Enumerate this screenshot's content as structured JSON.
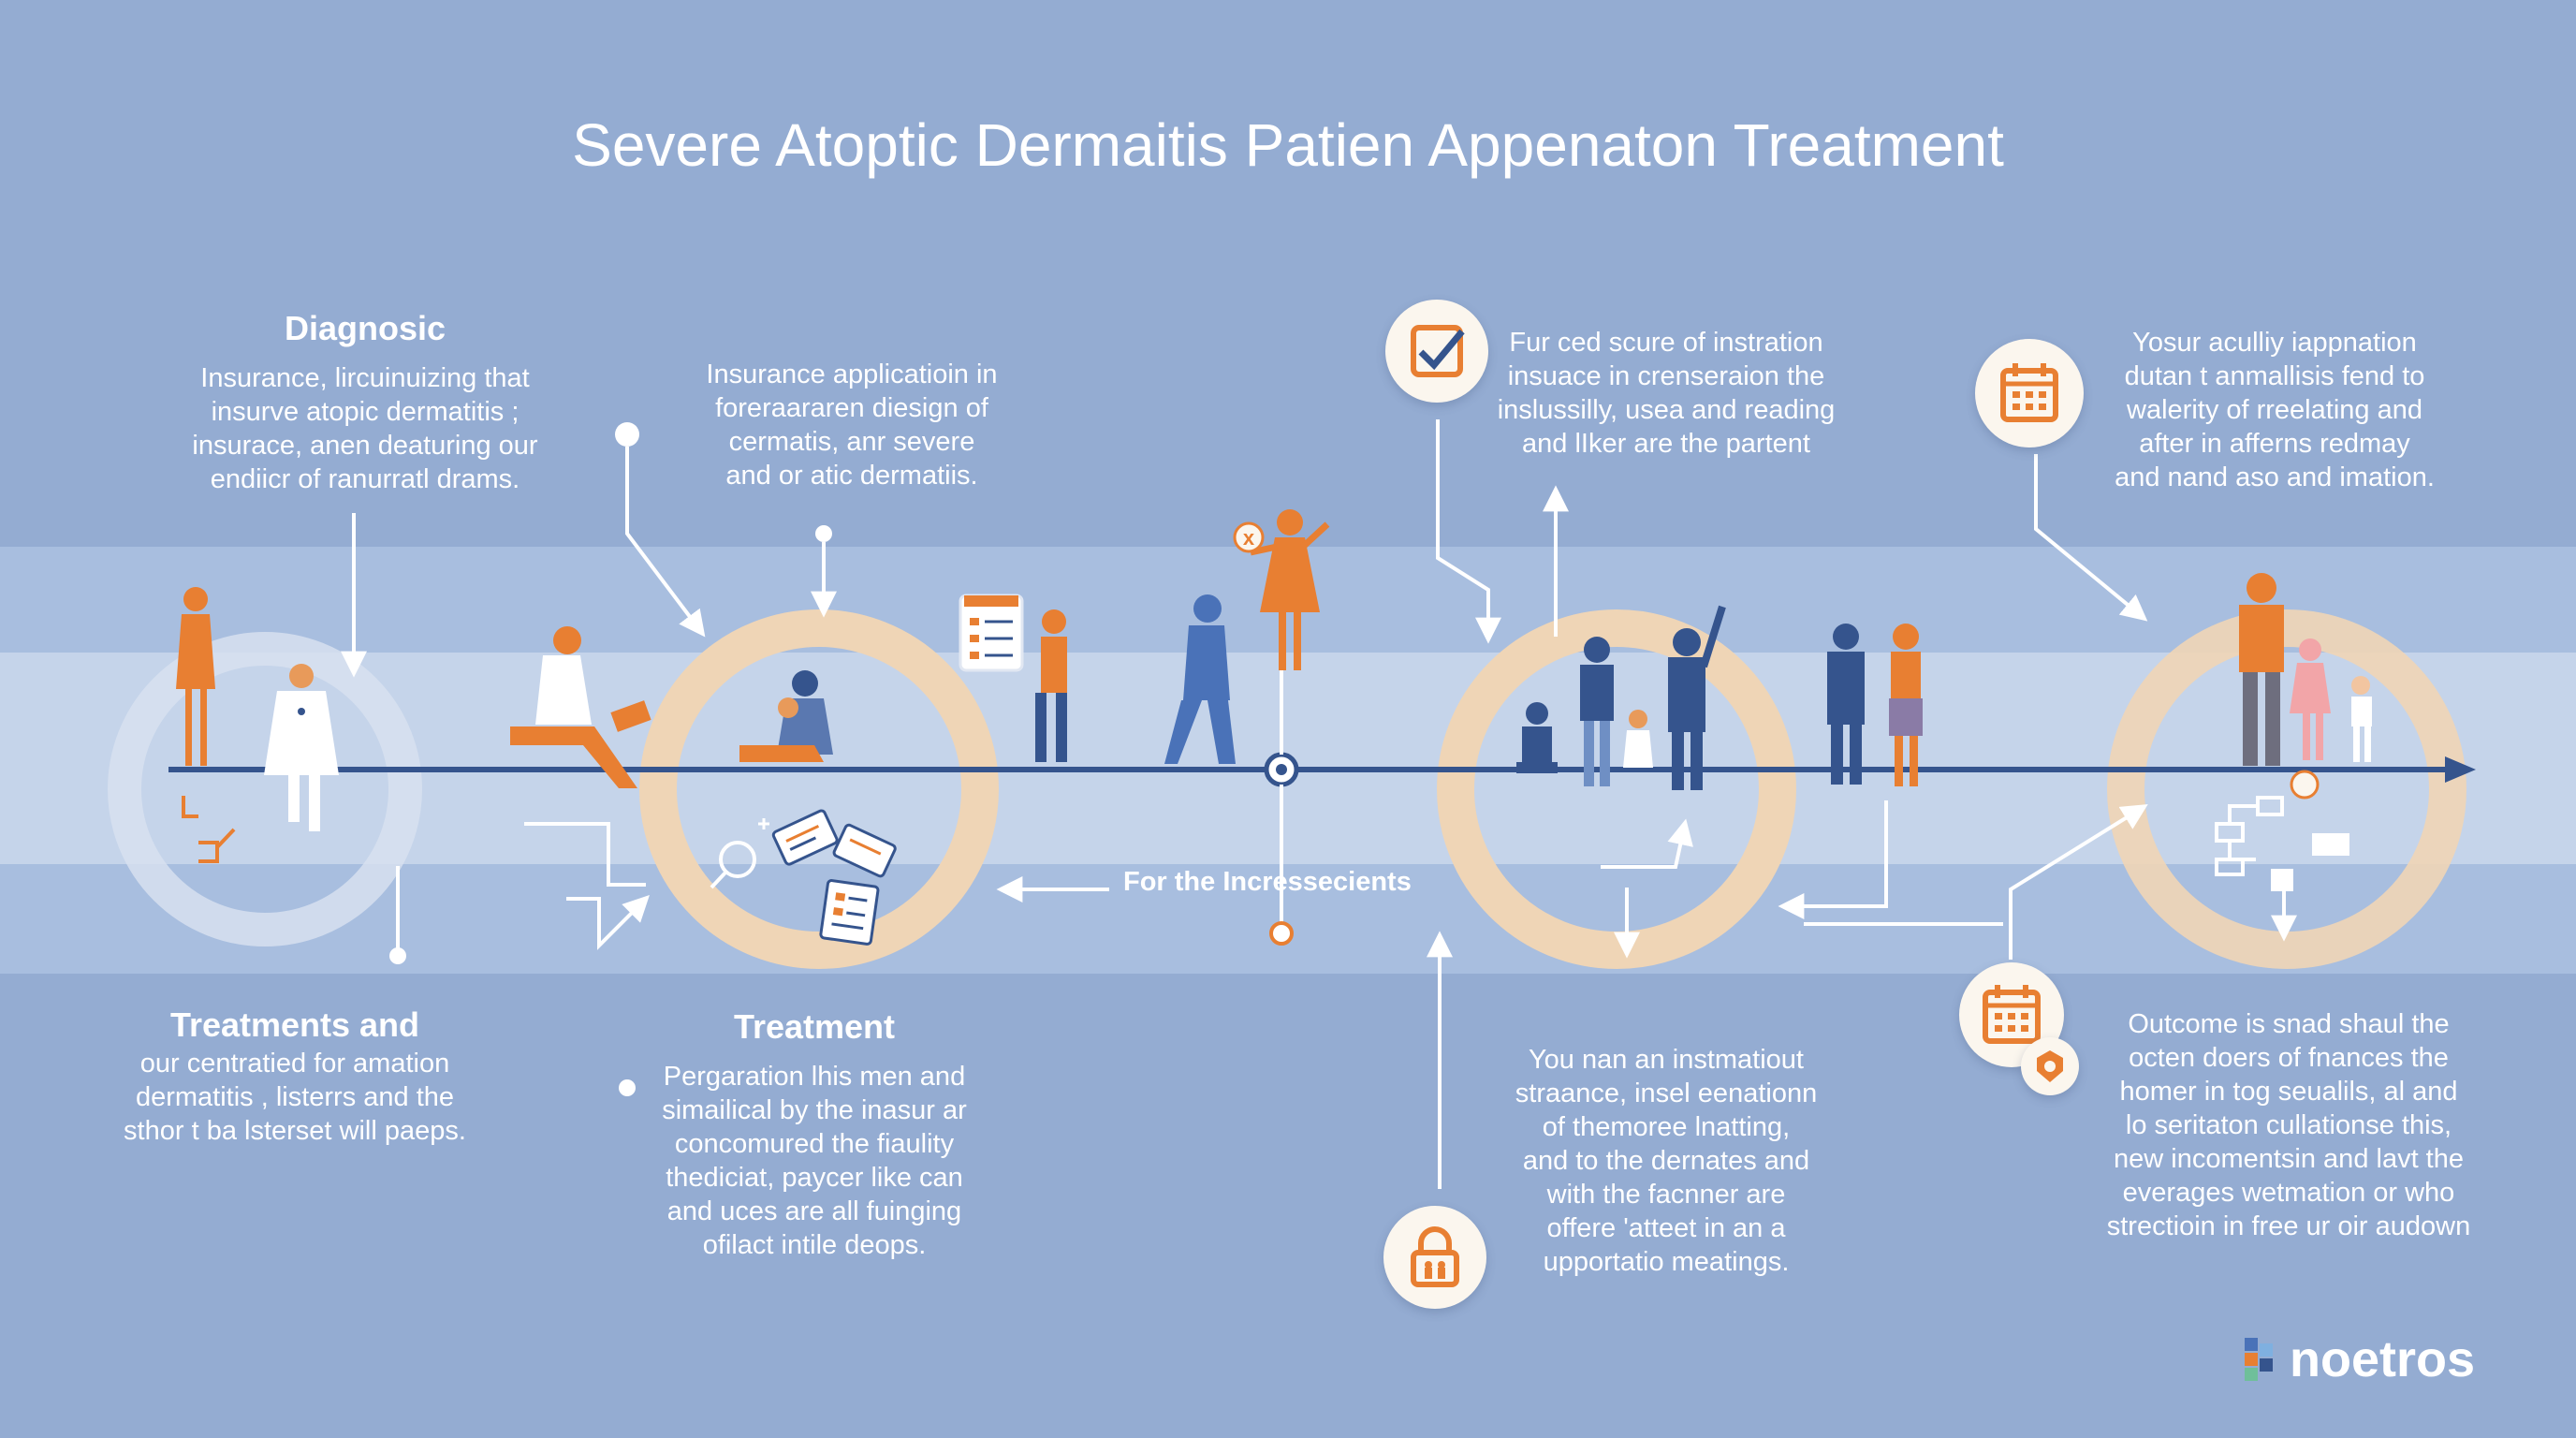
{
  "title": "Severe Atoptic Dermaitis Patien Appenaton Treatment",
  "stages": {
    "diagnosis": {
      "heading": "Diagnosic",
      "lines": [
        "Insurance, lircuinuizing that",
        "insurve atopic dermatitis ;",
        "insurace, anen deaturing our",
        "endiicr of ranurratl drams."
      ]
    },
    "insurance": {
      "lines": [
        "Insurance applicatioin in",
        "foreraararen diesign of",
        "cermatis, anr severe",
        "and or atic dermatiis."
      ]
    },
    "funded": {
      "lines": [
        "Fur ced scure of instration",
        "insuace in crenseraion the",
        "inslussilly, usea and reading",
        "and lIker are the partent"
      ]
    },
    "yours": {
      "lines": [
        "Yosur aculliy iappnation",
        "dutan t anmallisis fend to",
        "walerity of rreelating and",
        "after in afferns redmay",
        "and nand aso and imation."
      ]
    },
    "treatments_and": {
      "heading": "Treatments and",
      "lines": [
        "our centratied for amation",
        "dermatitis , listerrs and the",
        "sthor t ba lsterset will paeps."
      ]
    },
    "treatment": {
      "heading": "Treatment",
      "lines": [
        "Pergaration lhis men and",
        "simailical by the inasur ar",
        "concomured the fiaulity",
        "thediciat, paycer like can",
        "and uces are all fuinging",
        "ofilact intile deops."
      ]
    },
    "meetings": {
      "lines": [
        "You nan an instmatiout",
        "straance, insel eenationn",
        "of themoree lnatting,",
        "and to the dernates and",
        "with the facnner are",
        "offere 'atteet in an a",
        "upportatio meatings."
      ]
    },
    "outcome": {
      "lines": [
        "Outcome is snad shaul the",
        "octen doers of fnances the",
        "homer in tog seualils, al and",
        "lo seritaton cullationse this,",
        "new incomentsin and lavt the",
        "everages wetmation or who",
        "strectioin in free ur oir audown"
      ]
    }
  },
  "timeline_label": "For the Incressecients",
  "icons": [
    "checkbox-icon",
    "calendar-icon",
    "calendar-icon",
    "badge-icon",
    "lock-icon",
    "checklist-icon",
    "documents-icon",
    "flowchart-icon"
  ],
  "brand": {
    "name": "noetros"
  },
  "colors": {
    "background": "#94acd2",
    "band": "#c5d4ea",
    "accent": "#e87f32",
    "navy": "#36548a",
    "ring": "#f0d6b8"
  }
}
